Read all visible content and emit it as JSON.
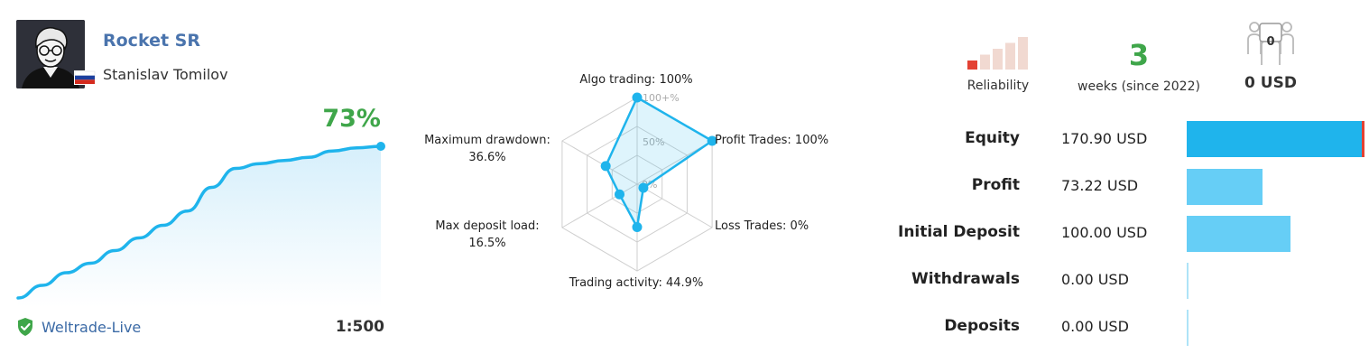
{
  "profile": {
    "signal_name": "Rocket SR",
    "author": "Stanislav Tomilov",
    "country_flag": "russia-flag-icon"
  },
  "growth": {
    "percent": "73%",
    "broker": "Weltrade-Live",
    "leverage": "1:500",
    "series": [
      0,
      0.08,
      0.16,
      0.22,
      0.3,
      0.38,
      0.46,
      0.55,
      0.7,
      0.82,
      0.85,
      0.87,
      0.89,
      0.93,
      0.95,
      0.96
    ],
    "color": "#1fb4ec"
  },
  "radar": {
    "scale_labels": [
      "100+%",
      "50%",
      "0%"
    ],
    "axes": [
      {
        "line1": "Algo trading: 100%",
        "line2": "",
        "value": 1.0
      },
      {
        "line1": "Profit Trades: 100%",
        "line2": "",
        "value": 1.0
      },
      {
        "line1": "Loss Trades: 0%",
        "line2": "",
        "value": 0.0
      },
      {
        "line1": "Trading activity: 44.9%",
        "line2": "",
        "value": 0.449
      },
      {
        "line1": "Max deposit load:",
        "line2": "16.5%",
        "value": 0.165
      },
      {
        "line1": "Maximum drawdown:",
        "line2": "36.6%",
        "value": 0.366
      }
    ]
  },
  "reliability": {
    "label": "Reliability",
    "level": 1,
    "max_level": 5,
    "active_color": "#e34234",
    "inactive_color": "#f1d9d1"
  },
  "weeks": {
    "value": "3",
    "label": "weeks (since 2022)"
  },
  "subscribers": {
    "count": "0",
    "amount": "0 USD"
  },
  "stats": [
    {
      "label": "Equity",
      "value": "170.90 USD",
      "fraction": 1.0,
      "color": "#1fb4ec",
      "marker": true
    },
    {
      "label": "Profit",
      "value": "73.22 USD",
      "fraction": 0.428,
      "color": "#66cef6",
      "marker": false
    },
    {
      "label": "Initial Deposit",
      "value": "100.00 USD",
      "fraction": 0.585,
      "color": "#66cef6",
      "marker": false
    },
    {
      "label": "Withdrawals",
      "value": "0.00 USD",
      "fraction": 0.0,
      "color": "#aee3f8",
      "marker": false
    },
    {
      "label": "Deposits",
      "value": "0.00 USD",
      "fraction": 0.0,
      "color": "#aee3f8",
      "marker": false
    }
  ]
}
